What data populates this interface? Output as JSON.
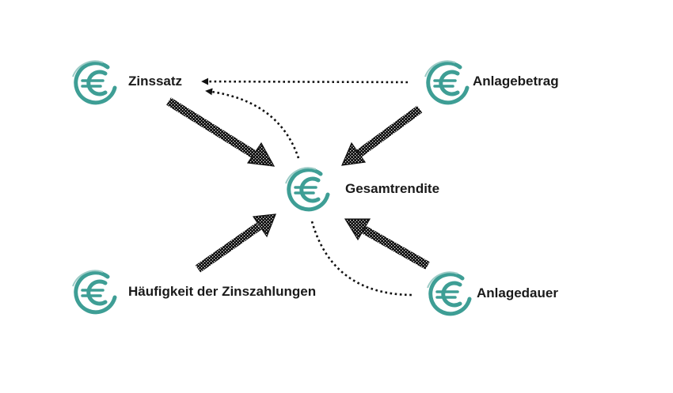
{
  "nodes": {
    "zinssatz": {
      "label": "Zinssatz",
      "icon": "euro-icon"
    },
    "anlagebetrag": {
      "label": "Anlagebetrag",
      "icon": "euro-icon"
    },
    "gesamtrendite": {
      "label": "Gesamtrendite",
      "icon": "euro-icon"
    },
    "haeufigkeit": {
      "label": "Häufigkeit der Zinszahlungen",
      "icon": "euro-icon"
    },
    "anlagedauer": {
      "label": "Anlagedauer",
      "icon": "euro-icon"
    }
  },
  "edges": [
    {
      "from": "zinssatz",
      "to": "gesamtrendite",
      "style": "solid"
    },
    {
      "from": "anlagebetrag",
      "to": "gesamtrendite",
      "style": "solid"
    },
    {
      "from": "haeufigkeit",
      "to": "gesamtrendite",
      "style": "solid"
    },
    {
      "from": "anlagedauer",
      "to": "gesamtrendite",
      "style": "solid"
    },
    {
      "from": "anlagebetrag",
      "to": "zinssatz",
      "style": "dotted"
    },
    {
      "from": "gesamtrendite",
      "to": "zinssatz",
      "style": "dotted"
    },
    {
      "from": "gesamtrendite",
      "to": "anlagedauer",
      "style": "dotted"
    }
  ],
  "colors": {
    "icon": "#3e9e95",
    "icon_light": "#9ccbc6",
    "arrow": "#111111",
    "text": "#1a1a1a"
  }
}
